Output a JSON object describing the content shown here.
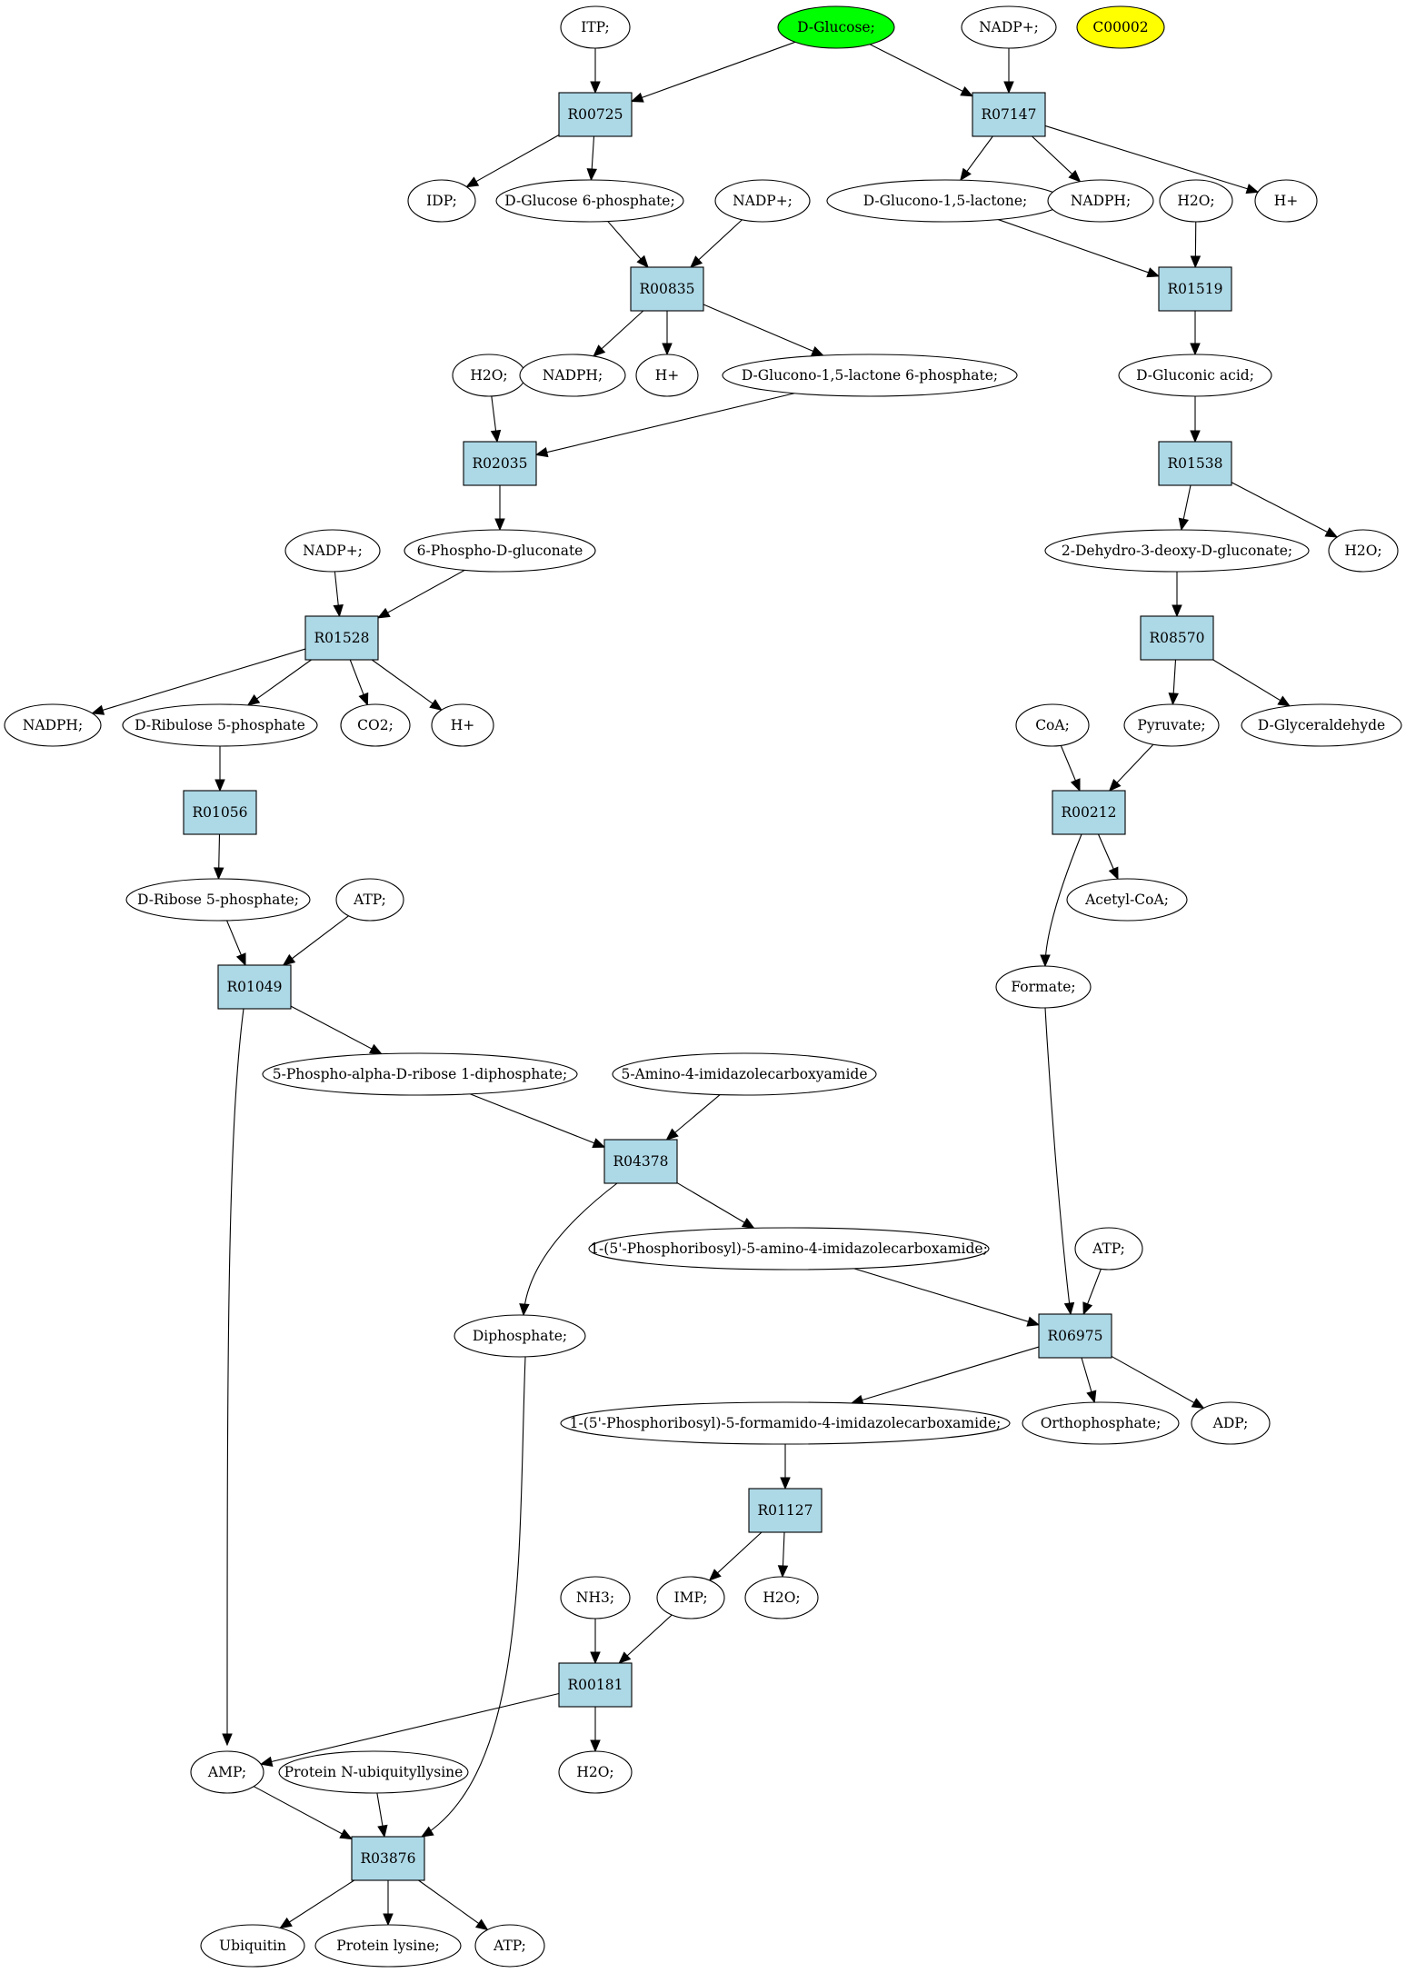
{
  "colors": {
    "reaction_fill": "#add8e6",
    "compound_fill": "#ffffff",
    "highlight_green": "#00ff00",
    "highlight_yellow": "#ffff00",
    "stroke": "#000000"
  },
  "nodes": {
    "itp": "ITP;",
    "dglucose": "D-Glucose;",
    "nadp1": "NADP+;",
    "c00002": "C00002",
    "r00725": "R00725",
    "r07147": "R07147",
    "idp": "IDP;",
    "dg6p": "D-Glucose 6-phosphate;",
    "nadp2": "NADP+;",
    "dglactone": "D-Glucono-1,5-lactone;",
    "nadph1": "NADPH;",
    "h2o1": "H2O;",
    "hplus1": "H+",
    "r00835": "R00835",
    "r01519": "R01519",
    "h2o2": "H2O;",
    "nadph2": "NADPH;",
    "hplus2": "H+",
    "dgl6p": "D-Glucono-1,5-lactone 6-phosphate;",
    "dgluconic": "D-Gluconic acid;",
    "r02035": "R02035",
    "r01538": "R01538",
    "nadp3": "NADP+;",
    "pg6": "6-Phospho-D-gluconate",
    "kdg": "2-Dehydro-3-deoxy-D-gluconate;",
    "h2o3": "H2O;",
    "r01528": "R01528",
    "r08570": "R08570",
    "nadph3": "NADPH;",
    "dru5p": "D-Ribulose 5-phosphate",
    "co2": "CO2;",
    "hplus3": "H+",
    "coa": "CoA;",
    "pyruvate": "Pyruvate;",
    "dglyc": "D-Glyceraldehyde",
    "r01056": "R01056",
    "r00212": "R00212",
    "dr5p": "D-Ribose 5-phosphate;",
    "atp1": "ATP;",
    "acetylcoa": "Acetyl-CoA;",
    "r01049": "R01049",
    "formate": "Formate;",
    "prpp": "5-Phospho-alpha-D-ribose 1-diphosphate;",
    "aica": "5-Amino-4-imidazolecarboxyamide",
    "r04378": "R04378",
    "aicar": "1-(5'-Phosphoribosyl)-5-amino-4-imidazolecarboxamide;",
    "atp2": "ATP;",
    "diphosphate": "Diphosphate;",
    "r06975": "R06975",
    "faicar": "1-(5'-Phosphoribosyl)-5-formamido-4-imidazolecarboxamide;",
    "orthophosphate": "Orthophosphate;",
    "adp": "ADP;",
    "r01127": "R01127",
    "nh3": "NH3;",
    "imp": "IMP;",
    "h2o4": "H2O;",
    "r00181": "R00181",
    "amp": "AMP;",
    "protub": "Protein N-ubiquityllysine",
    "h2o5": "H2O;",
    "r03876": "R03876",
    "ubiquitin": "Ubiquitin",
    "protlys": "Protein lysine;",
    "atp3": "ATP;"
  },
  "edges": [
    [
      "itp",
      "r00725"
    ],
    [
      "dglucose",
      "r00725"
    ],
    [
      "dglucose",
      "r07147"
    ],
    [
      "nadp1",
      "r07147"
    ],
    [
      "r00725",
      "idp"
    ],
    [
      "r00725",
      "dg6p"
    ],
    [
      "r07147",
      "dglactone"
    ],
    [
      "r07147",
      "nadph1"
    ],
    [
      "r07147",
      "hplus1"
    ],
    [
      "dg6p",
      "r00835"
    ],
    [
      "nadp2",
      "r00835"
    ],
    [
      "dglactone",
      "r01519"
    ],
    [
      "h2o1",
      "r01519"
    ],
    [
      "r00835",
      "nadph2"
    ],
    [
      "r00835",
      "hplus2"
    ],
    [
      "r00835",
      "dgl6p"
    ],
    [
      "r01519",
      "dgluconic"
    ],
    [
      "h2o2",
      "r02035"
    ],
    [
      "dgl6p",
      "r02035"
    ],
    [
      "dgluconic",
      "r01538"
    ],
    [
      "r02035",
      "pg6"
    ],
    [
      "r01538",
      "kdg"
    ],
    [
      "r01538",
      "h2o3"
    ],
    [
      "nadp3",
      "r01528"
    ],
    [
      "pg6",
      "r01528"
    ],
    [
      "kdg",
      "r08570"
    ],
    [
      "r01528",
      "nadph3"
    ],
    [
      "r01528",
      "dru5p"
    ],
    [
      "r01528",
      "co2"
    ],
    [
      "r01528",
      "hplus3"
    ],
    [
      "r08570",
      "pyruvate"
    ],
    [
      "r08570",
      "dglyc"
    ],
    [
      "dru5p",
      "r01056"
    ],
    [
      "coa",
      "r00212"
    ],
    [
      "pyruvate",
      "r00212"
    ],
    [
      "r01056",
      "dr5p"
    ],
    [
      "r00212",
      "acetylcoa"
    ],
    [
      "r00212",
      "formate"
    ],
    [
      "dr5p",
      "r01049"
    ],
    [
      "atp1",
      "r01049"
    ],
    [
      "r01049",
      "prpp"
    ],
    [
      "r01049",
      "amp"
    ],
    [
      "prpp",
      "r04378"
    ],
    [
      "aica",
      "r04378"
    ],
    [
      "r04378",
      "aicar"
    ],
    [
      "r04378",
      "diphosphate"
    ],
    [
      "aicar",
      "r06975"
    ],
    [
      "atp2",
      "r06975"
    ],
    [
      "formate",
      "r06975"
    ],
    [
      "r06975",
      "faicar"
    ],
    [
      "r06975",
      "orthophosphate"
    ],
    [
      "r06975",
      "adp"
    ],
    [
      "faicar",
      "r01127"
    ],
    [
      "r01127",
      "imp"
    ],
    [
      "r01127",
      "h2o4"
    ],
    [
      "nh3",
      "r00181"
    ],
    [
      "imp",
      "r00181"
    ],
    [
      "r00181",
      "amp"
    ],
    [
      "r00181",
      "h2o5"
    ],
    [
      "amp",
      "r03876"
    ],
    [
      "protub",
      "r03876"
    ],
    [
      "diphosphate",
      "r03876"
    ],
    [
      "r03876",
      "ubiquitin"
    ],
    [
      "r03876",
      "protlys"
    ],
    [
      "r03876",
      "atp3"
    ]
  ]
}
